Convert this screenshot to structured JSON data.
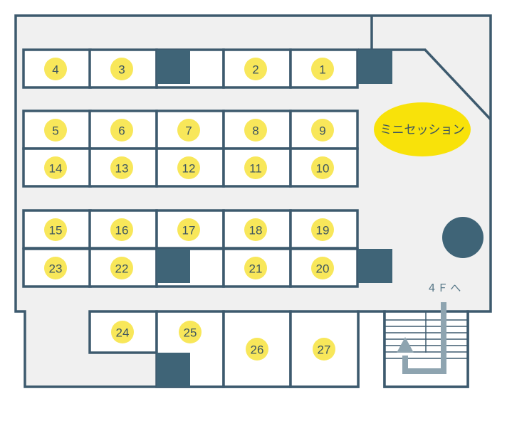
{
  "floor_plan": {
    "booths": [
      "1",
      "2",
      "3",
      "4",
      "5",
      "6",
      "7",
      "8",
      "9",
      "10",
      "11",
      "12",
      "13",
      "14",
      "15",
      "16",
      "17",
      "18",
      "19",
      "20",
      "21",
      "22",
      "23",
      "24",
      "25",
      "26",
      "27"
    ],
    "mini_session_label": "ミニセッション",
    "stairs_label": "4Ｆへ",
    "colors": {
      "wall": "#3d5a6e",
      "floor": "#f0f0f0",
      "booth": "#ffffff",
      "pillar": "#3f6477",
      "badge": "#f8e75a",
      "session_area": "#f8e20a",
      "stairs_arrow": "#8ea4b0"
    }
  }
}
